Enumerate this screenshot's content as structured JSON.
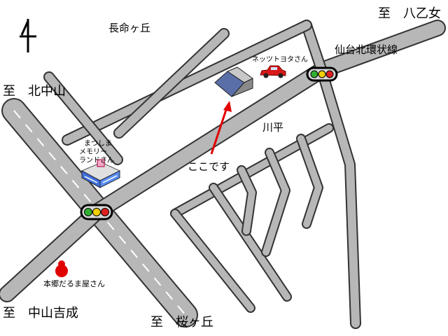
{
  "map": {
    "north_symbol": "north-arrow",
    "colors": {
      "road": "#b7b7b7",
      "road_edge": "#333333",
      "centerline": "#ffffff",
      "pointer": "#e00000",
      "marker": "#e00000",
      "signal_red": "#e02020",
      "signal_yellow": "#f0d000",
      "signal_green": "#30b030"
    },
    "directions": {
      "top_right": "至　八乙女",
      "top_left": "至　北中山",
      "bottom_left": "至　中山吉成",
      "bottom_center": "至　桜ヶ丘"
    },
    "areas": {
      "nagamachigaoka": "長命ヶ丘",
      "kawadaira": "川平"
    },
    "road_names": {
      "ring_road": "仙台北環状線"
    },
    "landmarks": {
      "toyota": "ネッツトヨタさん",
      "matsushima_line1": "まつしま",
      "matsushima_line2": "メモリー",
      "matsushima_line3": "ランドさん",
      "daruma": "本郷だるま屋さん"
    },
    "destination_label": "ここです",
    "icons": {
      "destination_building": "building-icon",
      "car": "car-icon",
      "memorial_building": "memorial-building-icon",
      "daruma": "daruma-icon",
      "traffic_light": "traffic-light-icon"
    }
  }
}
